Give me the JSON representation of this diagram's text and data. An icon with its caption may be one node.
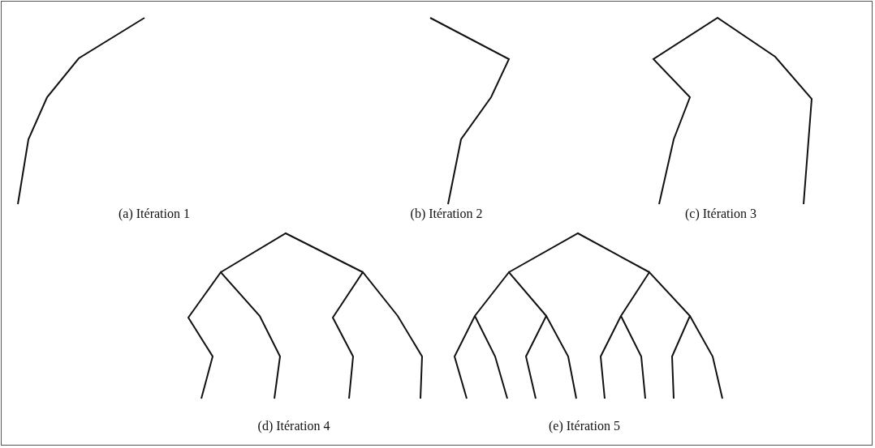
{
  "diagram": {
    "labels": [
      "(a) Itération 1",
      "(b) Itération 2",
      "(c) Itération 3",
      "(d) Itération 4",
      "(e) Itération 5"
    ]
  }
}
